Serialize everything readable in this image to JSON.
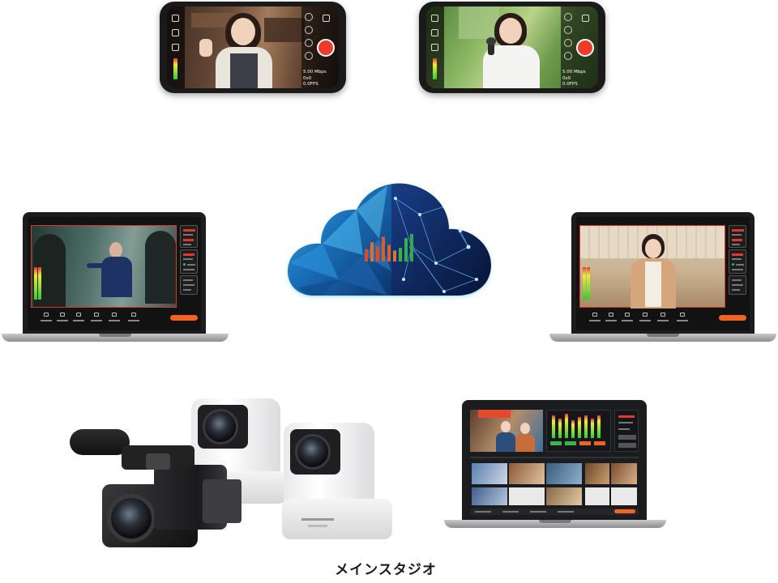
{
  "diagram": {
    "studio_label": "メインスタジオ"
  },
  "phones": [
    {
      "bitrate": "5.00 Mbps",
      "zoom": "0x0",
      "fps": "0.0FPS"
    },
    {
      "bitrate": "5.00 Mbps",
      "zoom": "0x0",
      "fps": "0.0FPS"
    }
  ],
  "colors": {
    "accent_red": "#e2362a",
    "accent_orange": "#f26322",
    "cloud_blue": "#1f8fd6",
    "cloud_dark": "#0d3f7a"
  },
  "cloud_bars": [
    {
      "color": "#e04a2a",
      "level": 0.45
    },
    {
      "color": "#e86a2a",
      "level": 0.7
    },
    {
      "color": "#e04a2a",
      "level": 0.55
    },
    {
      "color": "#e25a2c",
      "level": 0.9
    },
    {
      "color": "#d8632a",
      "level": 0.6
    },
    {
      "color": "#e0722a",
      "level": 0.4
    },
    {
      "color": "#3cb34a",
      "level": 0.5
    },
    {
      "color": "#38b04a",
      "level": 0.85
    },
    {
      "color": "#34a84a",
      "level": 1.0
    }
  ],
  "icons": {
    "phone_left": [
      "camera-switch-icon",
      "flash-icon",
      "screen-icon"
    ],
    "phone_right": [
      "mic-icon",
      "settings-icon",
      "record-icon"
    ]
  }
}
